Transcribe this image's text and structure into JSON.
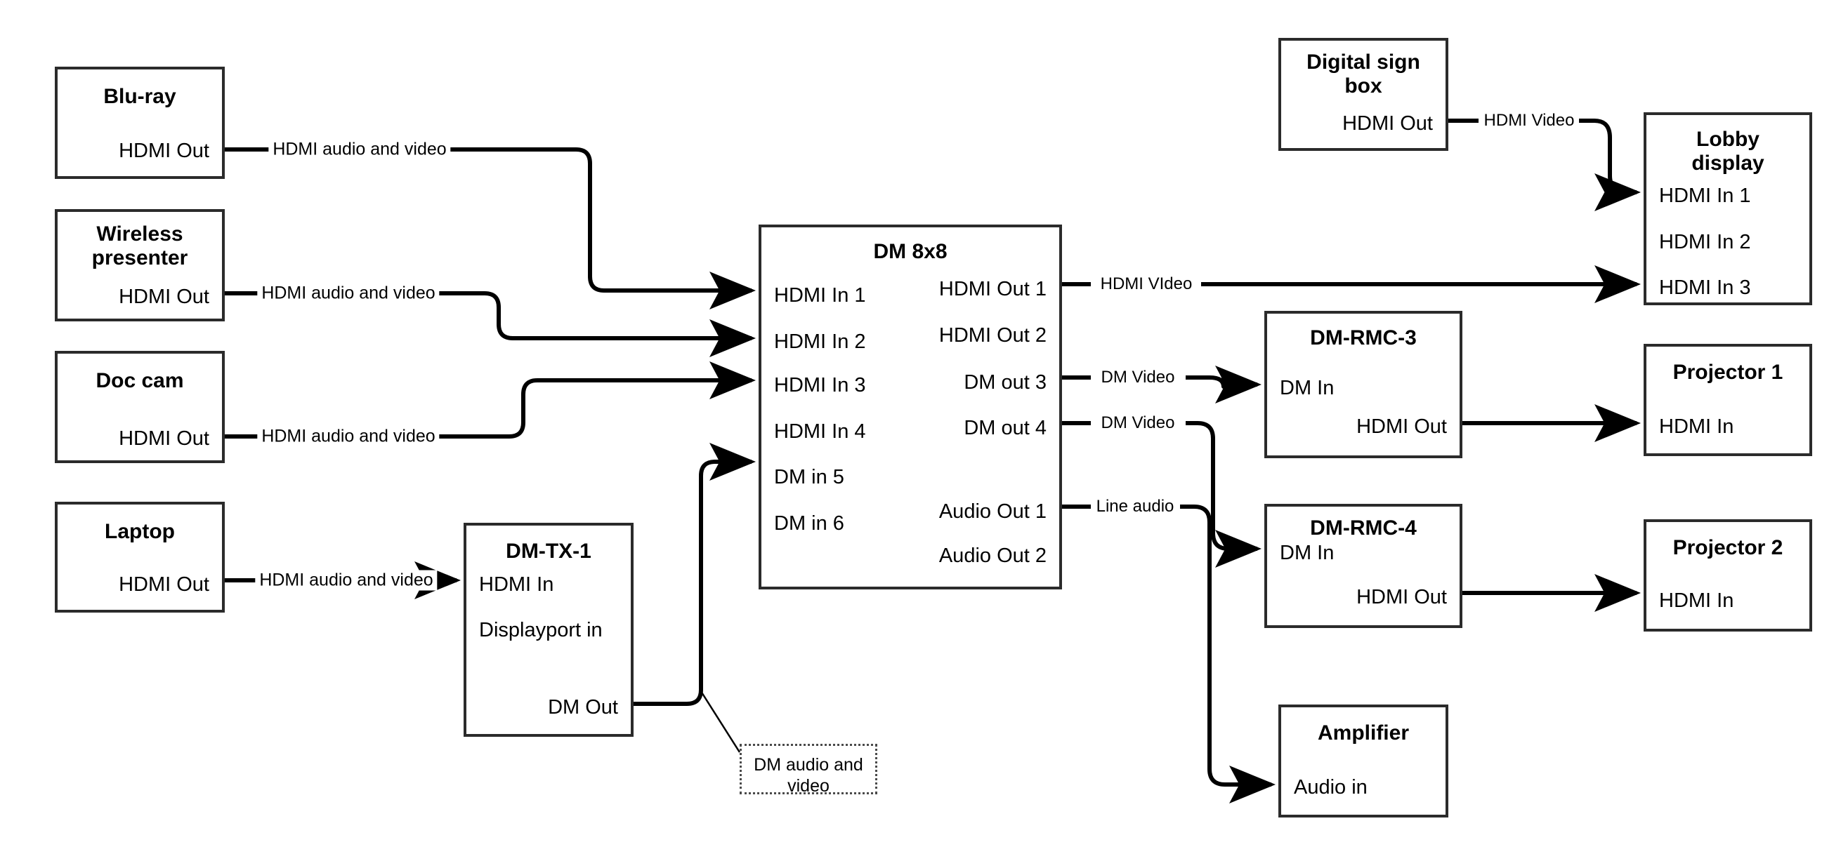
{
  "diagram": {
    "title": "AV signal flow diagram",
    "type": "block-connection-diagram",
    "stroke_color": "#2b2b2b",
    "background": "#ffffff"
  },
  "nodes": [
    {
      "id": "bluray",
      "title": "Blu-ray",
      "ports_left": [],
      "ports_right": [
        "HDMI Out"
      ]
    },
    {
      "id": "wireless",
      "title": "Wireless presenter",
      "ports_left": [],
      "ports_right": [
        "HDMI Out"
      ]
    },
    {
      "id": "doccam",
      "title": "Doc cam",
      "ports_left": [],
      "ports_right": [
        "HDMI Out"
      ]
    },
    {
      "id": "laptop",
      "title": "Laptop",
      "ports_left": [],
      "ports_right": [
        "HDMI Out"
      ]
    },
    {
      "id": "dmtx1",
      "title": "DM-TX-1",
      "ports_left": [
        "HDMI In",
        "Displayport in"
      ],
      "ports_right": [
        "DM Out"
      ]
    },
    {
      "id": "dm8x8",
      "title": "DM 8x8",
      "ports_left": [
        "HDMI In 1",
        "HDMI In 2",
        "HDMI In 3",
        "HDMI In 4",
        "DM in 5",
        "DM in 6"
      ],
      "ports_right": [
        "HDMI Out 1",
        "HDMI Out 2",
        "DM out 3",
        "DM out 4",
        "Audio Out 1",
        "Audio Out 2"
      ]
    },
    {
      "id": "signbox",
      "title": "Digital sign box",
      "ports_left": [],
      "ports_right": [
        "HDMI Out"
      ]
    },
    {
      "id": "lobby",
      "title": "Lobby display",
      "ports_left": [
        "HDMI In 1",
        "HDMI In 2",
        "HDMI In 3"
      ],
      "ports_right": []
    },
    {
      "id": "rmc3",
      "title": "DM-RMC-3",
      "ports_left": [
        "DM In"
      ],
      "ports_right": [
        "HDMI Out"
      ]
    },
    {
      "id": "rmc4",
      "title": "DM-RMC-4",
      "ports_left": [
        "DM In"
      ],
      "ports_right": [
        "HDMI Out"
      ]
    },
    {
      "id": "proj1",
      "title": "Projector 1",
      "ports_left": [
        "HDMI In"
      ],
      "ports_right": []
    },
    {
      "id": "proj2",
      "title": "Projector 2",
      "ports_left": [
        "HDMI In"
      ],
      "ports_right": []
    },
    {
      "id": "amplifier",
      "title": "Amplifier",
      "ports_left": [
        "Audio in"
      ],
      "ports_right": []
    }
  ],
  "callout": {
    "text": "DM audio and video"
  },
  "edges": [
    {
      "id": "e1",
      "from": "bluray.HDMI Out",
      "to": "dm8x8.HDMI In 1",
      "label": "HDMI audio and video"
    },
    {
      "id": "e2",
      "from": "wireless.HDMI Out",
      "to": "dm8x8.HDMI In 2",
      "label": "HDMI audio and video"
    },
    {
      "id": "e3",
      "from": "doccam.HDMI Out",
      "to": "dm8x8.HDMI In 3",
      "label": "HDMI audio and video"
    },
    {
      "id": "e4",
      "from": "laptop.HDMI Out",
      "to": "dmtx1.HDMI In",
      "label": "HDMI audio and video"
    },
    {
      "id": "e5",
      "from": "dmtx1.DM Out",
      "to": "dm8x8.DM in 5",
      "label": "DM audio and video"
    },
    {
      "id": "e6",
      "from": "signbox.HDMI Out",
      "to": "lobby.HDMI In 1",
      "label": "HDMI Video"
    },
    {
      "id": "e7",
      "from": "dm8x8.HDMI Out 1",
      "to": "lobby.HDMI In 3",
      "label": "HDMI VIdeo"
    },
    {
      "id": "e8",
      "from": "dm8x8.DM out 3",
      "to": "rmc3.DM In",
      "label": "DM Video"
    },
    {
      "id": "e9",
      "from": "dm8x8.DM out 4",
      "to": "rmc4.DM In",
      "label": "DM Video"
    },
    {
      "id": "e10",
      "from": "dm8x8.Audio Out 1",
      "to": "amplifier.Audio in",
      "label": "Line audio"
    },
    {
      "id": "e11",
      "from": "rmc3.HDMI Out",
      "to": "proj1.HDMI In",
      "label": ""
    },
    {
      "id": "e12",
      "from": "rmc4.HDMI Out",
      "to": "proj2.HDMI In",
      "label": ""
    }
  ],
  "labels": {
    "bluray_title": "Blu-ray",
    "bluray_out": "HDMI Out",
    "wireless_title": "Wireless presenter",
    "wireless_out": "HDMI Out",
    "doccam_title": "Doc cam",
    "doccam_out": "HDMI Out",
    "laptop_title": "Laptop",
    "laptop_out": "HDMI Out",
    "dmtx1_title": "DM-TX-1",
    "dmtx1_hdmi_in": "HDMI In",
    "dmtx1_dp_in": "Displayport in",
    "dmtx1_dm_out": "DM Out",
    "dm8x8_title": "DM 8x8",
    "dm8x8_in1": "HDMI In 1",
    "dm8x8_in2": "HDMI In 2",
    "dm8x8_in3": "HDMI In 3",
    "dm8x8_in4": "HDMI In 4",
    "dm8x8_in5": "DM in 5",
    "dm8x8_in6": "DM in 6",
    "dm8x8_out1": "HDMI Out 1",
    "dm8x8_out2": "HDMI Out 2",
    "dm8x8_out3": "DM out 3",
    "dm8x8_out4": "DM out 4",
    "dm8x8_aout1": "Audio Out 1",
    "dm8x8_aout2": "Audio Out 2",
    "signbox_title": "Digital sign box",
    "signbox_out": "HDMI Out",
    "lobby_title": "Lobby display",
    "lobby_in1": "HDMI In 1",
    "lobby_in2": "HDMI In 2",
    "lobby_in3": "HDMI In 3",
    "rmc3_title": "DM-RMC-3",
    "rmc3_in": "DM In",
    "rmc3_out": "HDMI Out",
    "rmc4_title": "DM-RMC-4",
    "rmc4_in": "DM In",
    "rmc4_out": "HDMI Out",
    "proj1_title": "Projector 1",
    "proj1_in": "HDMI In",
    "proj2_title": "Projector 2",
    "proj2_in": "HDMI In",
    "amp_title": "Amplifier",
    "amp_in": "Audio in",
    "callout_text": "DM audio and video",
    "edge_hdmi_av": "HDMI audio and video",
    "edge_hdmi_video": "HDMI Video",
    "edge_hdmi_video_typo": "HDMI VIdeo",
    "edge_dm_video": "DM Video",
    "edge_line_audio": "Line audio"
  }
}
